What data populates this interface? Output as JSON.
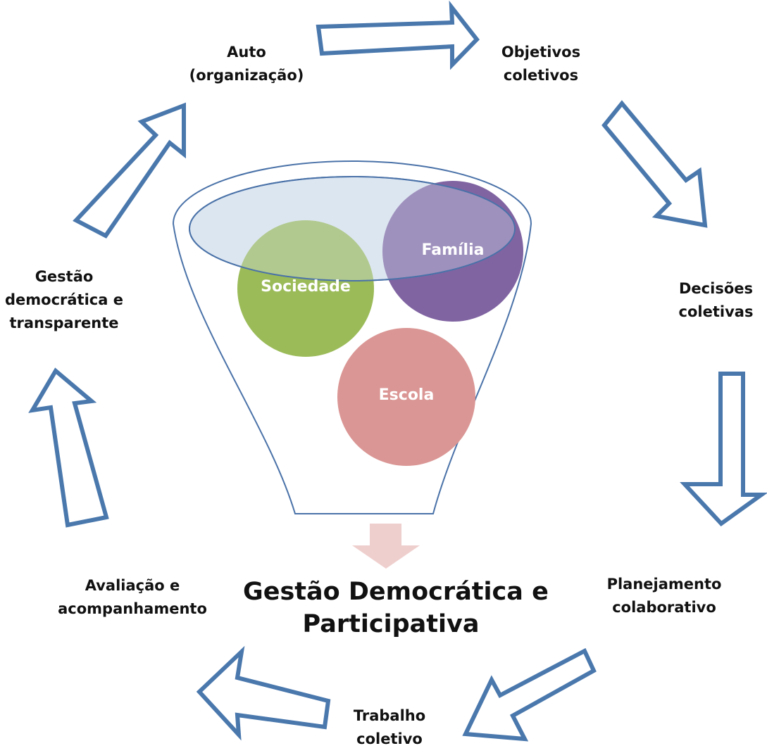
{
  "diagram": {
    "title_lines": [
      "Gestão Democrática e",
      "Participativa"
    ],
    "circles": {
      "sociedade": "Sociedade",
      "familia": "Família",
      "escola": "Escola"
    },
    "cycle": {
      "auto": [
        "Auto",
        "(organização)"
      ],
      "objetivos": [
        "Objetivos",
        "coletivos"
      ],
      "decisoes": [
        "Decisões",
        "coletivas"
      ],
      "planejamento": [
        "Planejamento",
        "colaborativo"
      ],
      "trabalho": [
        "Trabalho",
        "coletivo"
      ],
      "avaliacao": [
        "Avaliação e",
        "acompanhamento"
      ],
      "gestao": [
        "Gestão",
        "democrática e",
        "transparente"
      ]
    },
    "colors": {
      "arrow_stroke": "#4a78ad",
      "funnel_stroke": "#4a72a8",
      "funnel_top_fill": "#dbe5f1",
      "sociedade": "#9bbb59",
      "familia": "#8064a2",
      "escola": "#da9694",
      "down_arrow": "#efcfce"
    }
  }
}
